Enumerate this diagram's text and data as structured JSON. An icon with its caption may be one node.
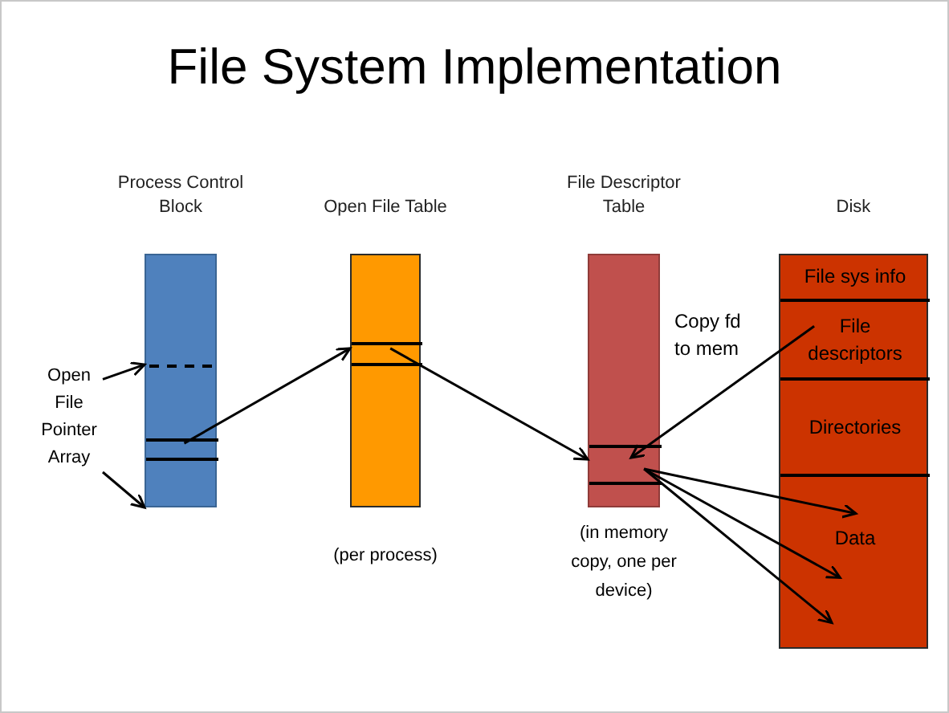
{
  "diagram": {
    "title": "File System Implementation",
    "nodes": [
      {
        "text": [
          "Process Control Block"
        ]
      },
      {
        "text": [],
        "shape": "bar",
        "in": 0
      },
      {
        "text": [
          "Open File Table"
        ],
        "beside": [
          "(per process)"
        ]
      },
      {
        "text": [],
        "shape": "bar",
        "in": 2
      },
      {
        "text": [
          "File Descriptor Table"
        ],
        "beside": [
          "(in memory copy, one per device)"
        ]
      },
      {
        "text": [],
        "shape": "bar",
        "in": 4
      },
      {
        "text": [
          "Disk"
        ]
      },
      {
        "text": [
          "File sys info"
        ],
        "in": 6
      },
      {
        "text": [
          "File descriptors"
        ],
        "in": 6
      },
      {
        "text": [
          "Directories"
        ],
        "in": 6
      },
      {
        "text": [
          "Data"
        ],
        "in": 6
      },
      {
        "text": [
          "Open File Pointer Array"
        ]
      }
    ],
    "edges": [
      {
        "from": 11,
        "to": 0,
        "arrow": "to"
      },
      {
        "from": 11,
        "to": 0,
        "arrow": "to"
      },
      {
        "from": 1,
        "to": 3,
        "arrow": "to"
      },
      {
        "from": 3,
        "to": 5,
        "arrow": "to"
      },
      {
        "from": 8,
        "to": 5,
        "arrow": "to",
        "label": "Copy fd to mem"
      },
      {
        "from": 5,
        "to": 10,
        "arrow": "to"
      },
      {
        "from": 5,
        "to": 10,
        "arrow": "to"
      },
      {
        "from": 5,
        "to": 10,
        "arrow": "to"
      }
    ]
  }
}
